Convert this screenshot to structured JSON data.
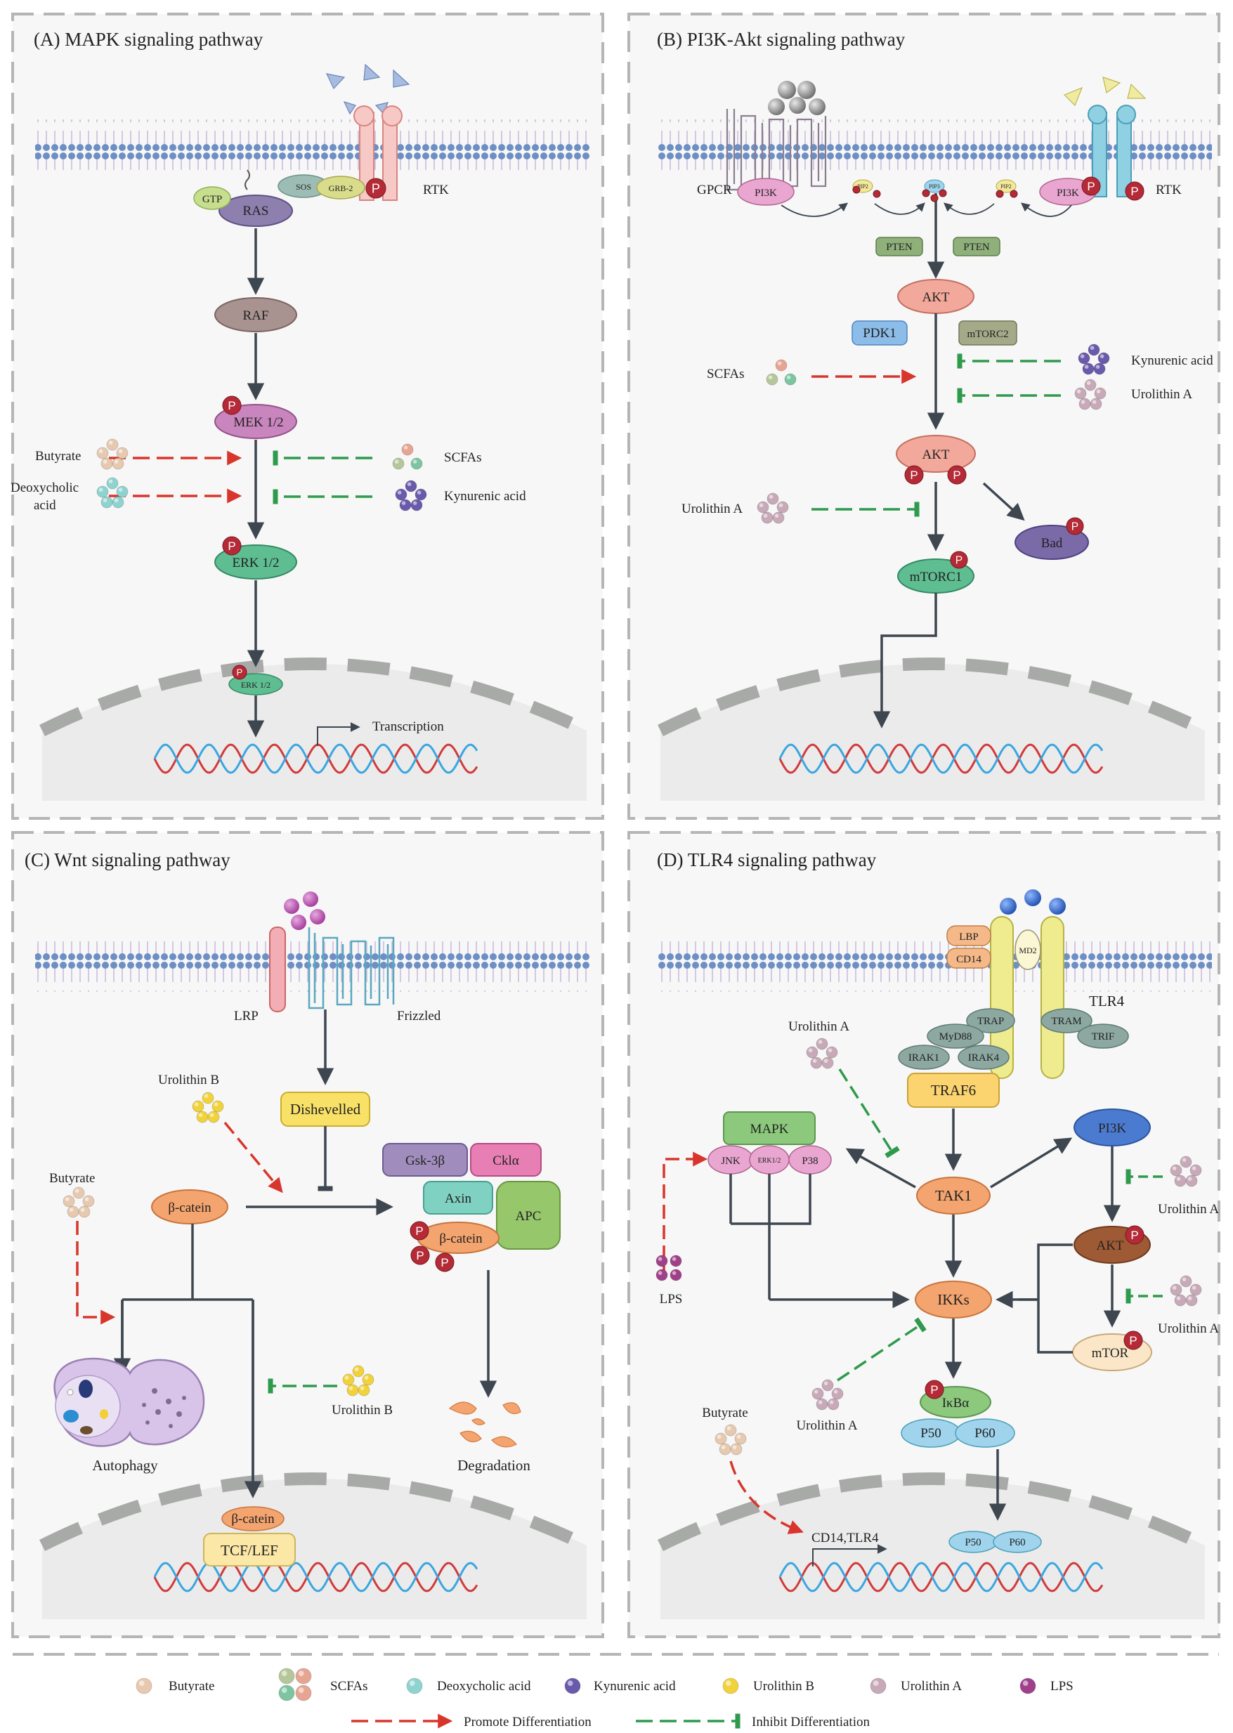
{
  "panels": {
    "a": {
      "title": "(A) MAPK signaling pathway",
      "gtp": "GTP",
      "ras": "RAS",
      "sos": "SOS",
      "grb2": "GRB-2",
      "rtk": "RTK",
      "raf": "RAF",
      "mek": "MEK 1/2",
      "erk": "ERK 1/2",
      "erk_nuc": "ERK 1/2",
      "butyrate": "Butyrate",
      "deoxycholic_1": "Deoxycholic",
      "deoxycholic_2": "acid",
      "scfas": "SCFAs",
      "kynurenic": "Kynurenic acid",
      "transcription": "Transcription"
    },
    "b": {
      "title": "(B) PI3K-Akt signaling pathway",
      "gpcr": "GPCR",
      "pi3k_left": "PI3K",
      "pi3k_right": "PI3K",
      "rtk": "RTK",
      "pip2_left": "PIP2",
      "pip3": "PIP3",
      "pip2_right": "PIP2",
      "pten_left": "PTEN",
      "pten_right": "PTEN",
      "akt": "AKT",
      "pdk1": "PDK1",
      "mtorc2": "mTORC2",
      "scfas": "SCFAs",
      "kynurenic": "Kynurenic acid",
      "urolithin_a_right": "Urolithin A",
      "akt_p": "AKT",
      "urolithin_a_left": "Urolithin A",
      "mtorc1": "mTORC1",
      "bad": "Bad"
    },
    "c": {
      "title": "(C) Wnt signaling pathway",
      "lrp": "LRP",
      "frizzled": "Frizzled",
      "dishevelled": "Dishevelled",
      "urolithin_b_top": "Urolithin B",
      "butyrate": "Butyrate",
      "beta_catenin": "β-catein",
      "gsk": "Gsk-3β",
      "ck1": "Cklα",
      "axin": "Axin",
      "apc": "APC",
      "beta_catenin_p": "β-catein",
      "urolithin_b_bottom": "Urolithin B",
      "autophagy": "Autophagy",
      "degradation": "Degradation",
      "beta_catenin_nuc": "β-catein",
      "tcf": "TCF/LEF"
    },
    "d": {
      "title": "(D) TLR4  signaling pathway",
      "lbp": "LBP",
      "cd14": "CD14",
      "md2": "MD2",
      "tlr4": "TLR4",
      "trap": "TRAP",
      "tram": "TRAM",
      "trif": "TRIF",
      "myd88": "MyD88",
      "irak1": "IRAK1",
      "irak4": "IRAK4",
      "traf6": "TRAF6",
      "urolithin_a_top": "Urolithin A",
      "mapk": "MAPK",
      "jnk": "JNK",
      "erk": "ERK1/2",
      "p38": "P38",
      "pi3k": "PI3K",
      "tak1": "TAK1",
      "akt": "AKT",
      "urolithin_a_r1": "Urolithin A",
      "ikks": "IKKs",
      "mtor": "mTOR",
      "urolithin_a_r2": "Urolithin A",
      "lps": "LPS",
      "urolithin_a_mid": "Urolithin A",
      "butyrate": "Butyrate",
      "ikba": "IκBα",
      "p50": "P50",
      "p60": "P60",
      "cd14_tlr4": "CD14,TLR4",
      "p50_nuc": "P50",
      "p60_nuc": "P60"
    }
  },
  "legend": {
    "butyrate": "Butyrate",
    "scfas": "SCFAs",
    "deoxycholic": "Deoxycholic acid",
    "kynurenic": "Kynurenic acid",
    "urolithin_b": "Urolithin B",
    "urolithin_a": "Urolithin A",
    "lps": "LPS",
    "promote": "Promote Differentiation",
    "inhibit": "Inhibit Differentiation"
  },
  "phospho_label": "P",
  "colors": {
    "butyrate": "#e7c9b0",
    "scfas_1": "#e6a592",
    "scfas_2": "#b5c79a",
    "scfas_3": "#7cc5a0",
    "deoxycholic": "#8ed3cf",
    "kynurenic": "#6a5aab",
    "urolithin_b": "#f1d23a",
    "urolithin_a": "#c7a9b7",
    "lps": "#a0408a",
    "promote": "#d8362c",
    "inhibit": "#2f9a4c",
    "phospho": "#b42a36",
    "arrow": "#3e4650"
  }
}
